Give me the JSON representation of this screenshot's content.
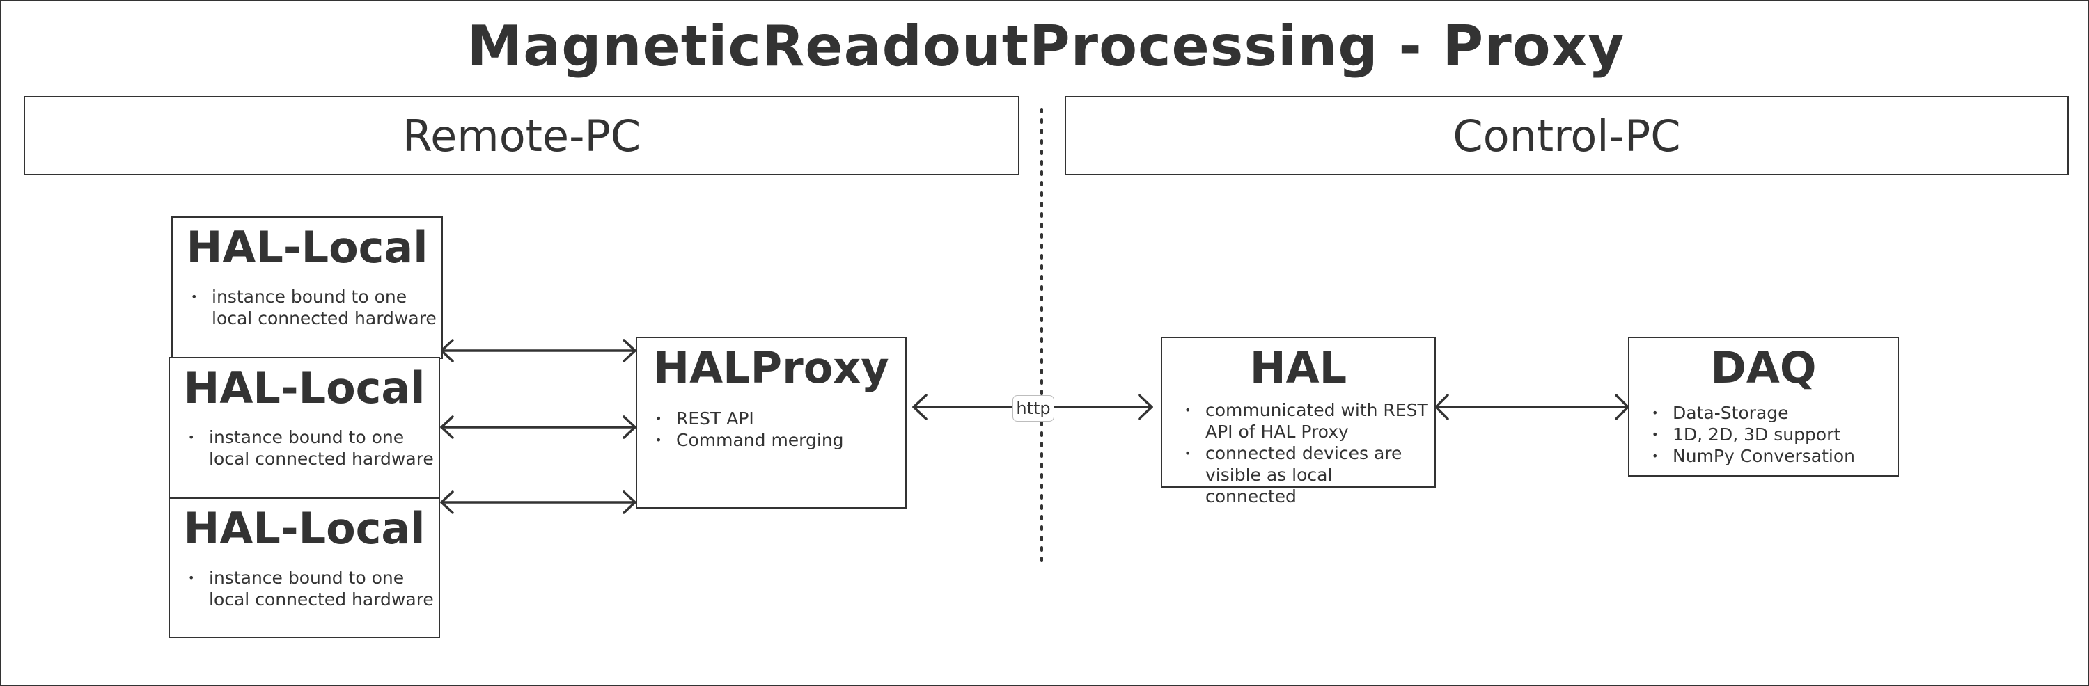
{
  "title": "MagneticReadoutProcessing - Proxy",
  "regions": {
    "remote": "Remote-PC",
    "control": "Control-PC"
  },
  "hal_local_boxes": [
    {
      "title": "HAL-Local",
      "items": [
        "instance bound to one local connected hardware"
      ]
    },
    {
      "title": "HAL-Local",
      "items": [
        "instance bound to one local connected hardware"
      ]
    },
    {
      "title": "HAL-Local",
      "items": [
        "instance bound to one local connected hardware"
      ]
    }
  ],
  "hal_proxy": {
    "title": "HALProxy",
    "items": [
      "REST API",
      "Command merging"
    ]
  },
  "hal": {
    "title": "HAL",
    "items": [
      "communicated with REST API of HAL Proxy",
      "connected devices are visible as local connected"
    ]
  },
  "daq": {
    "title": "DAQ",
    "items": [
      "Data-Storage",
      "1D, 2D, 3D support",
      "NumPy Conversation"
    ]
  },
  "link_label": "http",
  "colors": {
    "stroke": "#333333",
    "label_border": "#bdbdbd",
    "background": "#ffffff"
  }
}
